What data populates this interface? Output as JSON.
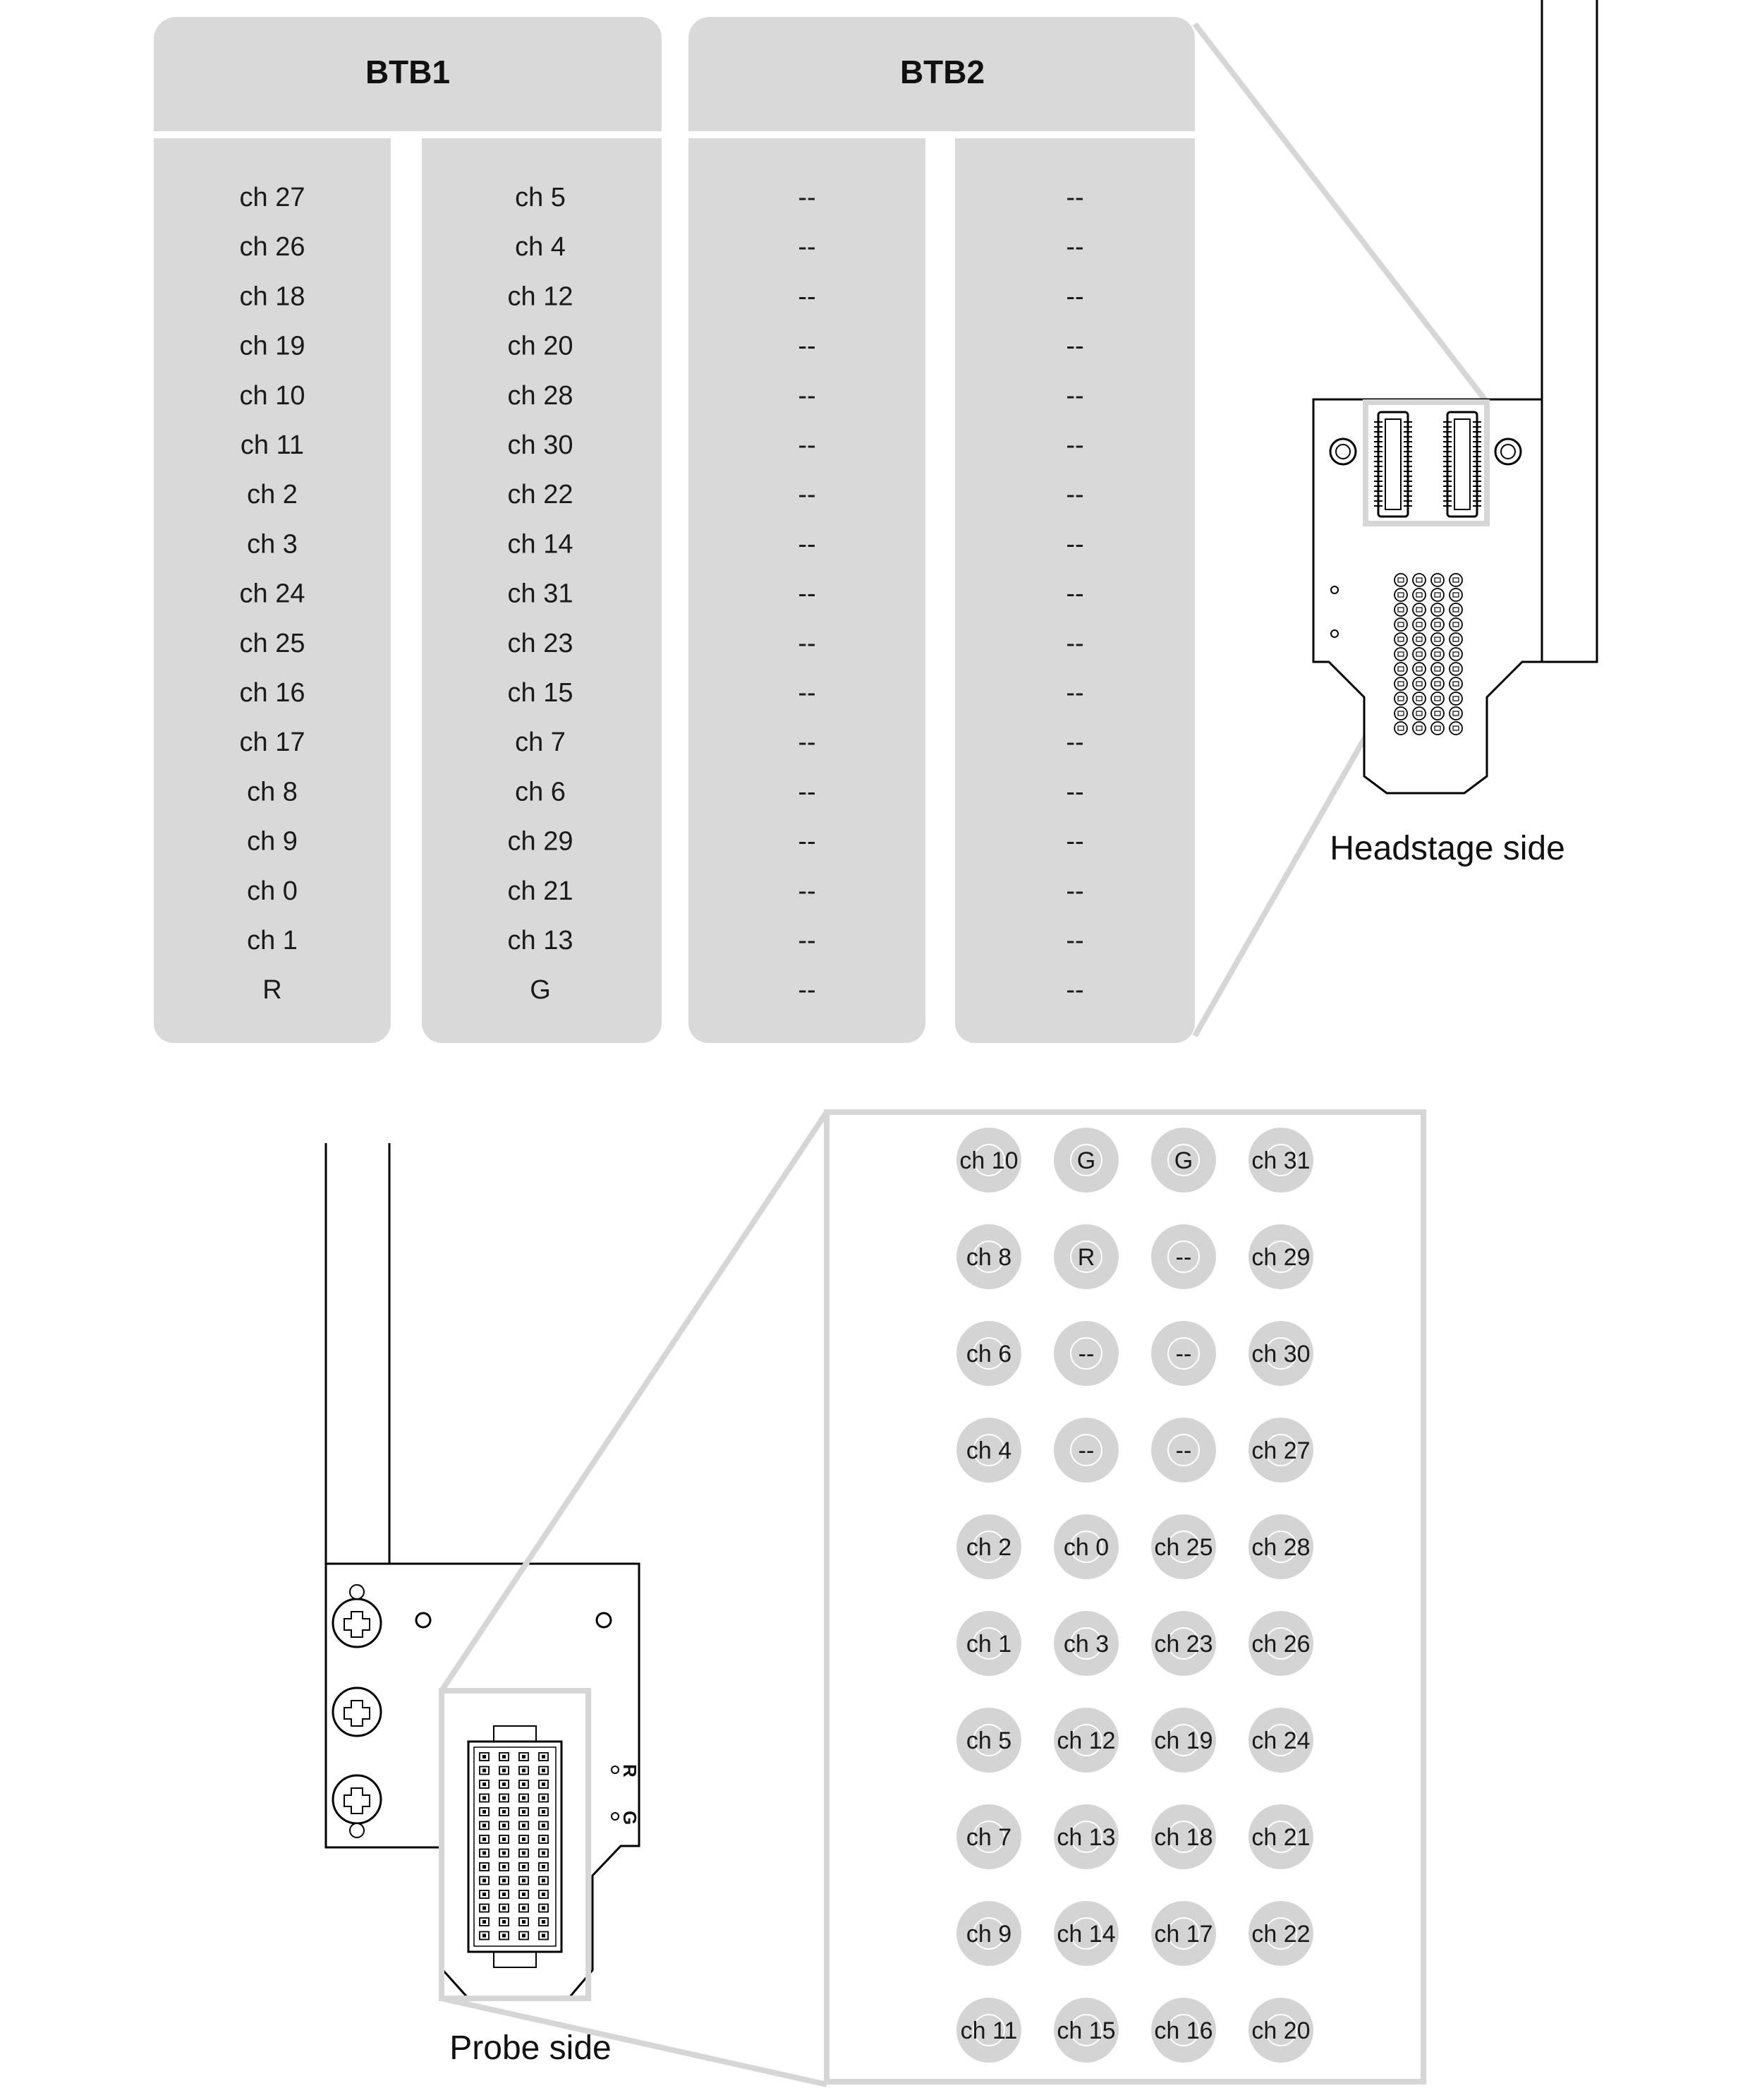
{
  "btb_tables": [
    {
      "title": "BTB1",
      "columns": [
        [
          "ch 27",
          "ch 26",
          "ch 18",
          "ch 19",
          "ch 10",
          "ch 11",
          "ch 2",
          "ch 3",
          "ch 24",
          "ch 25",
          "ch 16",
          "ch 17",
          "ch 8",
          "ch 9",
          "ch 0",
          "ch 1",
          "R"
        ],
        [
          "ch 5",
          "ch 4",
          "ch 12",
          "ch 20",
          "ch 28",
          "ch 30",
          "ch 22",
          "ch 14",
          "ch 31",
          "ch 23",
          "ch 15",
          "ch 7",
          "ch 6",
          "ch 29",
          "ch 21",
          "ch 13",
          "G"
        ]
      ]
    },
    {
      "title": "BTB2",
      "columns": [
        [
          "--",
          "--",
          "--",
          "--",
          "--",
          "--",
          "--",
          "--",
          "--",
          "--",
          "--",
          "--",
          "--",
          "--",
          "--",
          "--",
          "--"
        ],
        [
          "--",
          "--",
          "--",
          "--",
          "--",
          "--",
          "--",
          "--",
          "--",
          "--",
          "--",
          "--",
          "--",
          "--",
          "--",
          "--",
          "--"
        ]
      ]
    }
  ],
  "headstage_caption": "Headstage side",
  "probe_caption": "Probe side",
  "pcb_labels": {
    "r": "R",
    "g": "G"
  },
  "pin_grid": [
    [
      "ch 10",
      "G",
      "G",
      "ch 31"
    ],
    [
      "ch 8",
      "R",
      "--",
      "ch 29"
    ],
    [
      "ch 6",
      "--",
      "--",
      "ch 30"
    ],
    [
      "ch 4",
      "--",
      "--",
      "ch 27"
    ],
    [
      "ch 2",
      "ch 0",
      "ch 25",
      "ch 28"
    ],
    [
      "ch 1",
      "ch 3",
      "ch 23",
      "ch 26"
    ],
    [
      "ch 5",
      "ch 12",
      "ch 19",
      "ch 24"
    ],
    [
      "ch 7",
      "ch 13",
      "ch 18",
      "ch 21"
    ],
    [
      "ch 9",
      "ch 14",
      "ch 17",
      "ch 22"
    ],
    [
      "ch 11",
      "ch 15",
      "ch 16",
      "ch 20"
    ]
  ],
  "colors": {
    "panel": "#d9d9d9",
    "callout": "#d6d6d6",
    "pin": "#d4d4d4",
    "line": "#000000"
  }
}
